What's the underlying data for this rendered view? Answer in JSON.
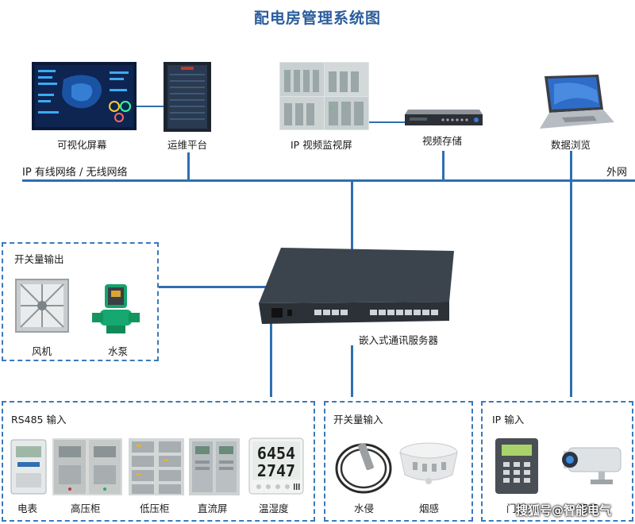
{
  "title": "配电房管理系统图",
  "top_devices": {
    "visual_screen": "可视化屏幕",
    "ops_platform": "运维平台",
    "ip_monitor": "IP 视频监视屏",
    "video_storage": "视频存储",
    "data_browse": "数据浏览"
  },
  "network": {
    "left_label": "IP 有线网络 / 无线网络",
    "right_label": "外网"
  },
  "server_label": "嵌入式通讯服务器",
  "switch_output": {
    "title": "开关量输出",
    "items": [
      "风机",
      "水泵"
    ]
  },
  "rs485": {
    "title": "RS485 输入",
    "items": [
      "电表",
      "高压柜",
      "低压柜",
      "直流屏",
      "温湿度"
    ]
  },
  "switch_input": {
    "title": "开关量输入",
    "items": [
      "水侵",
      "烟感"
    ]
  },
  "ip_input": {
    "title": "IP 输入",
    "items": [
      "门禁",
      "视频"
    ]
  },
  "sensor_display": {
    "top": "6454",
    "bottom": "2747"
  },
  "watermark": "搜狐号@智能电气",
  "colors": {
    "line": "#2f6fb0",
    "title": "#2a5d9c",
    "dash": "#3c79b8"
  }
}
